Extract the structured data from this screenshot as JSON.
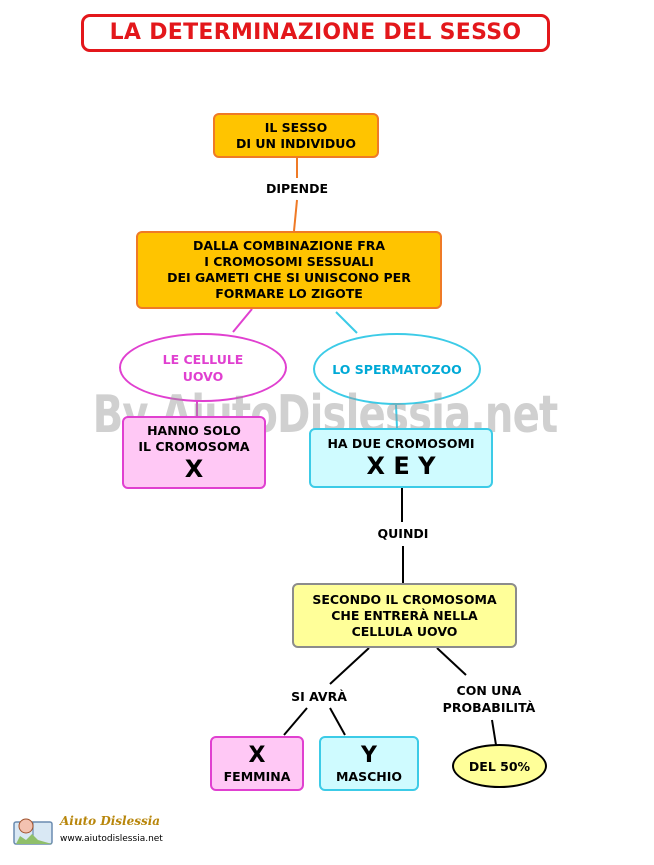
{
  "title": "LA DETERMINAZIONE DEL SESSO",
  "nodes": {
    "sesso_line1": "IL SESSO",
    "sesso_line2": "DI UN INDIVIDUO",
    "combinazione_line1": "DALLA COMBINAZIONE FRA",
    "combinazione_line2": "I CROMOSOMI SESSUALI",
    "combinazione_line3": "DEI GAMETI CHE SI UNISCONO PER",
    "combinazione_line4": "FORMARE LO ZIGOTE",
    "cellule_line1": "LE CELLULE",
    "cellule_line2": "UOVO",
    "spermatozoo": "LO SPERMATOZOO",
    "hanno_line1": "HANNO SOLO",
    "hanno_line2": "IL CROMOSOMA",
    "hanno_big": "X",
    "due_line1": "HA DUE CROMOSOMI",
    "due_big": "X E Y",
    "secondo_line1": "SECONDO IL CROMOSOMA",
    "secondo_line2": "CHE ENTRERÀ NELLA",
    "secondo_line3": "CELLULA UOVO",
    "femmina_big": "X",
    "femmina_label": "FEMMINA",
    "maschio_big": "Y",
    "maschio_label": "MASCHIO",
    "cinquanta": "DEL 50%"
  },
  "links": {
    "dipende": "DIPENDE",
    "quindi": "QUINDI",
    "si_avra": "SI AVRÀ",
    "con_una": "CON UNA",
    "probabilita": "PROBABILITÀ"
  },
  "watermark": "By AiutoDislessia.net",
  "logo": {
    "name": "Aiuto Dislessia",
    "url": "www.aiutodislessia.net"
  },
  "colors": {
    "title": "#e3171b",
    "orange_fill": "#ffc400",
    "orange_border": "#ef7a26",
    "pink_fill": "#ffc8f5",
    "pink_border": "#e040d0",
    "cyan_fill": "#cffbff",
    "cyan_border": "#3ccbe7",
    "yellow_fill": "#ffff99"
  }
}
